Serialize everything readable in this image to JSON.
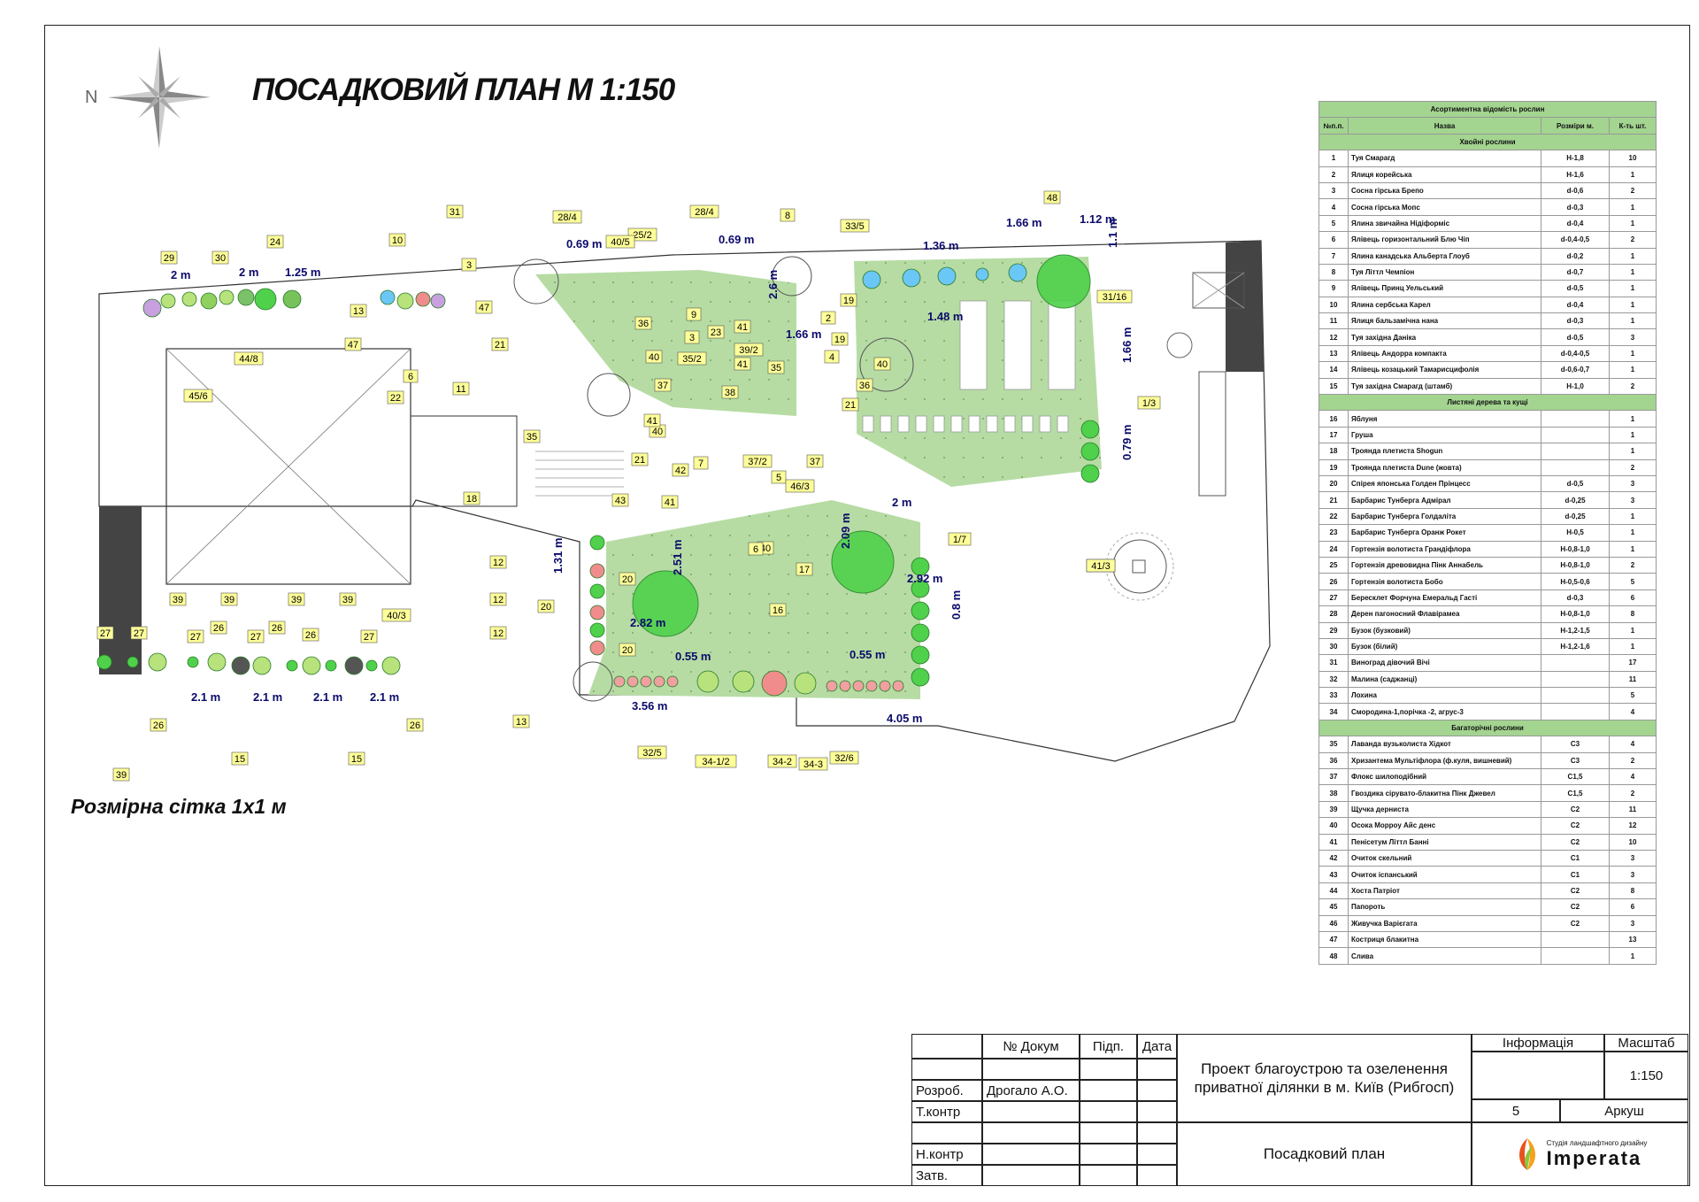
{
  "title": "ПОСАДКОВИЙ ПЛАН  М 1:150",
  "grid_label": "Розмірна сітка 1x1 м",
  "compass_label": "N",
  "table": {
    "caption": "Асортиментна відомість рослин",
    "headers": [
      "№п.п.",
      "Назва",
      "Розміри  м.",
      "К-ть шт."
    ],
    "sections": [
      {
        "name": "Хвойні рослини",
        "rows": [
          [
            "1",
            "Туя Смарагд",
            "H-1,8",
            "10"
          ],
          [
            "2",
            "Ялиця корейська",
            "H-1,6",
            "1"
          ],
          [
            "3",
            "Сосна гірська Брепо",
            "d-0,6",
            "2"
          ],
          [
            "4",
            "Сосна гірська Мопс",
            "d-0,3",
            "1"
          ],
          [
            "5",
            "Ялина звичайна Нідіформіс",
            "d-0,4",
            "1"
          ],
          [
            "6",
            "Ялівець горизонтальний Блю Чіп",
            "d-0,4-0,5",
            "2"
          ],
          [
            "7",
            "Ялина канадська Альберта Глоуб",
            "d-0,2",
            "1"
          ],
          [
            "8",
            "Туя Літтл Чемпіон",
            "d-0,7",
            "1"
          ],
          [
            "9",
            "Ялівець Принц Уельський",
            "d-0,5",
            "1"
          ],
          [
            "10",
            "Ялина сербська Карел",
            "d-0,4",
            "1"
          ],
          [
            "11",
            "Ялиця бальзамічна нана",
            "d-0,3",
            "1"
          ],
          [
            "12",
            "Туя західна Даніка",
            "d-0,5",
            "3"
          ],
          [
            "13",
            "Ялівець Андорра компакта",
            "d-0,4-0,5",
            "1"
          ],
          [
            "14",
            "Ялівець козацький Тамарисцифолія",
            "d-0,6-0,7",
            "1"
          ],
          [
            "15",
            "Туя західна Смарагд (штамб)",
            "H-1,0",
            "2"
          ]
        ]
      },
      {
        "name": "Листяні дерева та кущі",
        "rows": [
          [
            "16",
            "Яблуня",
            "",
            "1"
          ],
          [
            "17",
            "Груша",
            "",
            "1"
          ],
          [
            "18",
            "Троянда плетиста Shogun",
            "",
            "1"
          ],
          [
            "19",
            "Троянда плетиста Dune (жовта)",
            "",
            "2"
          ],
          [
            "20",
            "Спірея японська Голден Прінцесс",
            "d-0,5",
            "3"
          ],
          [
            "21",
            "Барбарис Тунберга Адмірал",
            "d-0,25",
            "3"
          ],
          [
            "22",
            "Барбарис Тунберга Голдаліта",
            "d-0,25",
            "1"
          ],
          [
            "23",
            "Барбарис Тунберга Оранж Рокет",
            "H-0,5",
            "1"
          ],
          [
            "24",
            "Гортензія волотиста Грандіфлора",
            "H-0,8-1,0",
            "1"
          ],
          [
            "25",
            "Гортензія древовидна Пінк Аннабель",
            "H-0,8-1,0",
            "2"
          ],
          [
            "26",
            "Гортензія волотиста Бобо",
            "H-0,5-0,6",
            "5"
          ],
          [
            "27",
            "Бересклет Форчуна Емеральд Гасті",
            "d-0,3",
            "6"
          ],
          [
            "28",
            "Дерен пагоносний Флавірамеа",
            "H-0,8-1,0",
            "8"
          ],
          [
            "29",
            "Бузок (бузковий)",
            "H-1,2-1,5",
            "1"
          ],
          [
            "30",
            "Бузок (білий)",
            "H-1,2-1,6",
            "1"
          ],
          [
            "31",
            "Виноград дівочий Вічі",
            "",
            "17"
          ],
          [
            "32",
            "Малина (саджанці)",
            "",
            "11"
          ],
          [
            "33",
            "Лохина",
            "",
            "5"
          ],
          [
            "34",
            "Смородина-1,порічка -2, агрус-3",
            "",
            "4"
          ]
        ]
      },
      {
        "name": "Багаторічні рослини",
        "rows": [
          [
            "35",
            "Лаванда вузьколиста Хідкот",
            "C3",
            "4"
          ],
          [
            "36",
            "Хризантема Мультіфлора (ф.куля, вишневий)",
            "C3",
            "2"
          ],
          [
            "37",
            "Флокс шилоподібний",
            "C1,5",
            "4"
          ],
          [
            "38",
            "Гвоздика сірувато-блакитна Пінк Джевел",
            "C1,5",
            "2"
          ],
          [
            "39",
            "Щучка дерниста",
            "C2",
            "11"
          ],
          [
            "40",
            "Осока Морроу Айс денс",
            "C2",
            "12"
          ],
          [
            "41",
            "Пенісетум Літтл Банні",
            "C2",
            "10"
          ],
          [
            "42",
            "Очиток скельний",
            "C1",
            "3"
          ],
          [
            "43",
            "Очиток іспанський",
            "C1",
            "3"
          ],
          [
            "44",
            "Хоста Патріот",
            "C2",
            "8"
          ],
          [
            "45",
            "Папороть",
            "C2",
            "6"
          ],
          [
            "46",
            "Живучка Варієгата",
            "C2",
            "3"
          ],
          [
            "47",
            "Костриця блакитна",
            "",
            "13"
          ],
          [
            "48",
            "Слива",
            "",
            "1"
          ]
        ]
      }
    ]
  },
  "title_block": {
    "doc_no": "№ Докум",
    "sign": "Підп.",
    "date": "Дата",
    "developed": "Розроб.",
    "developer": "Дрогало А.О.",
    "tcontrol": "Т.контр",
    "ncontrol": "Н.контр",
    "approved": "Затв.",
    "project": "Проект благоустрою та озеленення приватної ділянки в м. Київ (Рибгосп)",
    "info": "Інформація",
    "scale_label": "Масштаб",
    "scale": "1:150",
    "sheet_no": "5",
    "sheet_label": "Аркуш",
    "drawing": "Посадковий план",
    "studio": "Студія ландшафтного дизайну",
    "logo": "Imperata"
  },
  "dimensions": [
    "2 m",
    "2 m",
    "1.25 m",
    "0.69 m",
    "0.69 m",
    "2.6 m",
    "1.66 m",
    "1.36 m",
    "1.66 m",
    "1.12 m",
    "1.1 m",
    "1.48 m",
    "1.66 m",
    "0.79 m",
    "2 m",
    "2.09 m",
    "2.92 m",
    "0.8 m",
    "2.51 m",
    "2.82 m",
    "1.31 m",
    "0.55 m",
    "0.55 m",
    "3.56 m",
    "4.05 m",
    "2.1 m",
    "2.1 m",
    "2.1 m",
    "2.1 m"
  ],
  "labels": [
    "31",
    "29",
    "30",
    "24",
    "10",
    "3",
    "13",
    "47",
    "47",
    "21",
    "22",
    "6",
    "11",
    "44/8",
    "45/6",
    "28/4",
    "25/2",
    "40/5",
    "28/4",
    "8",
    "33/5",
    "48",
    "19",
    "2",
    "19",
    "41",
    "41",
    "40",
    "36",
    "21",
    "9",
    "23",
    "36",
    "3",
    "35/2",
    "39/2",
    "35",
    "4",
    "40",
    "37",
    "38",
    "40",
    "41",
    "21",
    "42",
    "7",
    "37/2",
    "5",
    "46/3",
    "37",
    "31/16",
    "1/3",
    "41/3",
    "41/3",
    "1/7",
    "35",
    "18",
    "43",
    "41",
    "40",
    "6",
    "16",
    "17",
    "12",
    "12",
    "12",
    "20",
    "20",
    "20",
    "13",
    "32/5",
    "34-1/2",
    "34-2",
    "34-3",
    "32/6",
    "39",
    "39",
    "39",
    "39",
    "27",
    "27",
    "26",
    "27",
    "26",
    "27",
    "26",
    "27",
    "40/3",
    "26",
    "15",
    "15",
    "26",
    "39"
  ],
  "colors": {
    "lawn": "#b6dca4",
    "label_bg": "#ffff99",
    "dimension": "#0000cc",
    "table_header": "#a3d490",
    "paving": "#444444"
  }
}
